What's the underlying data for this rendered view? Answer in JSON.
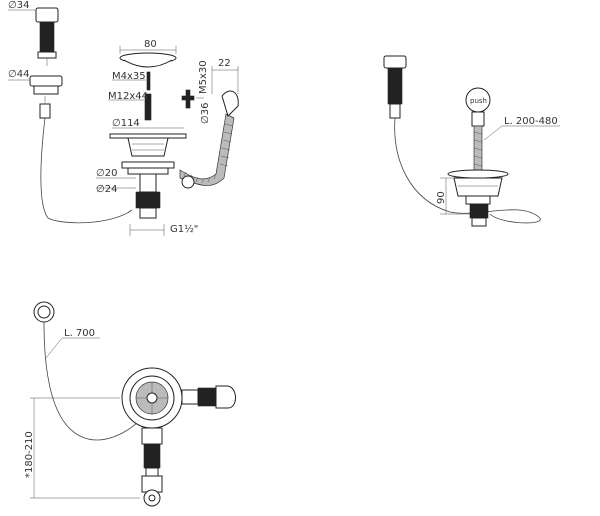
{
  "labels": {
    "d34": "∅34",
    "d44": "∅44",
    "w80": "80",
    "m4x35": "M4x35",
    "m12x44": "M12x44",
    "m5x30": "M5x30",
    "w22": "22",
    "d36": "∅36",
    "d114": "∅114",
    "d20": "∅20",
    "d24": "∅24",
    "g112": "G1½\"",
    "l200480": "L. 200-480",
    "h90": "90",
    "l700": "L. 700",
    "h180210": "*180-210"
  },
  "knob_label": "push"
}
